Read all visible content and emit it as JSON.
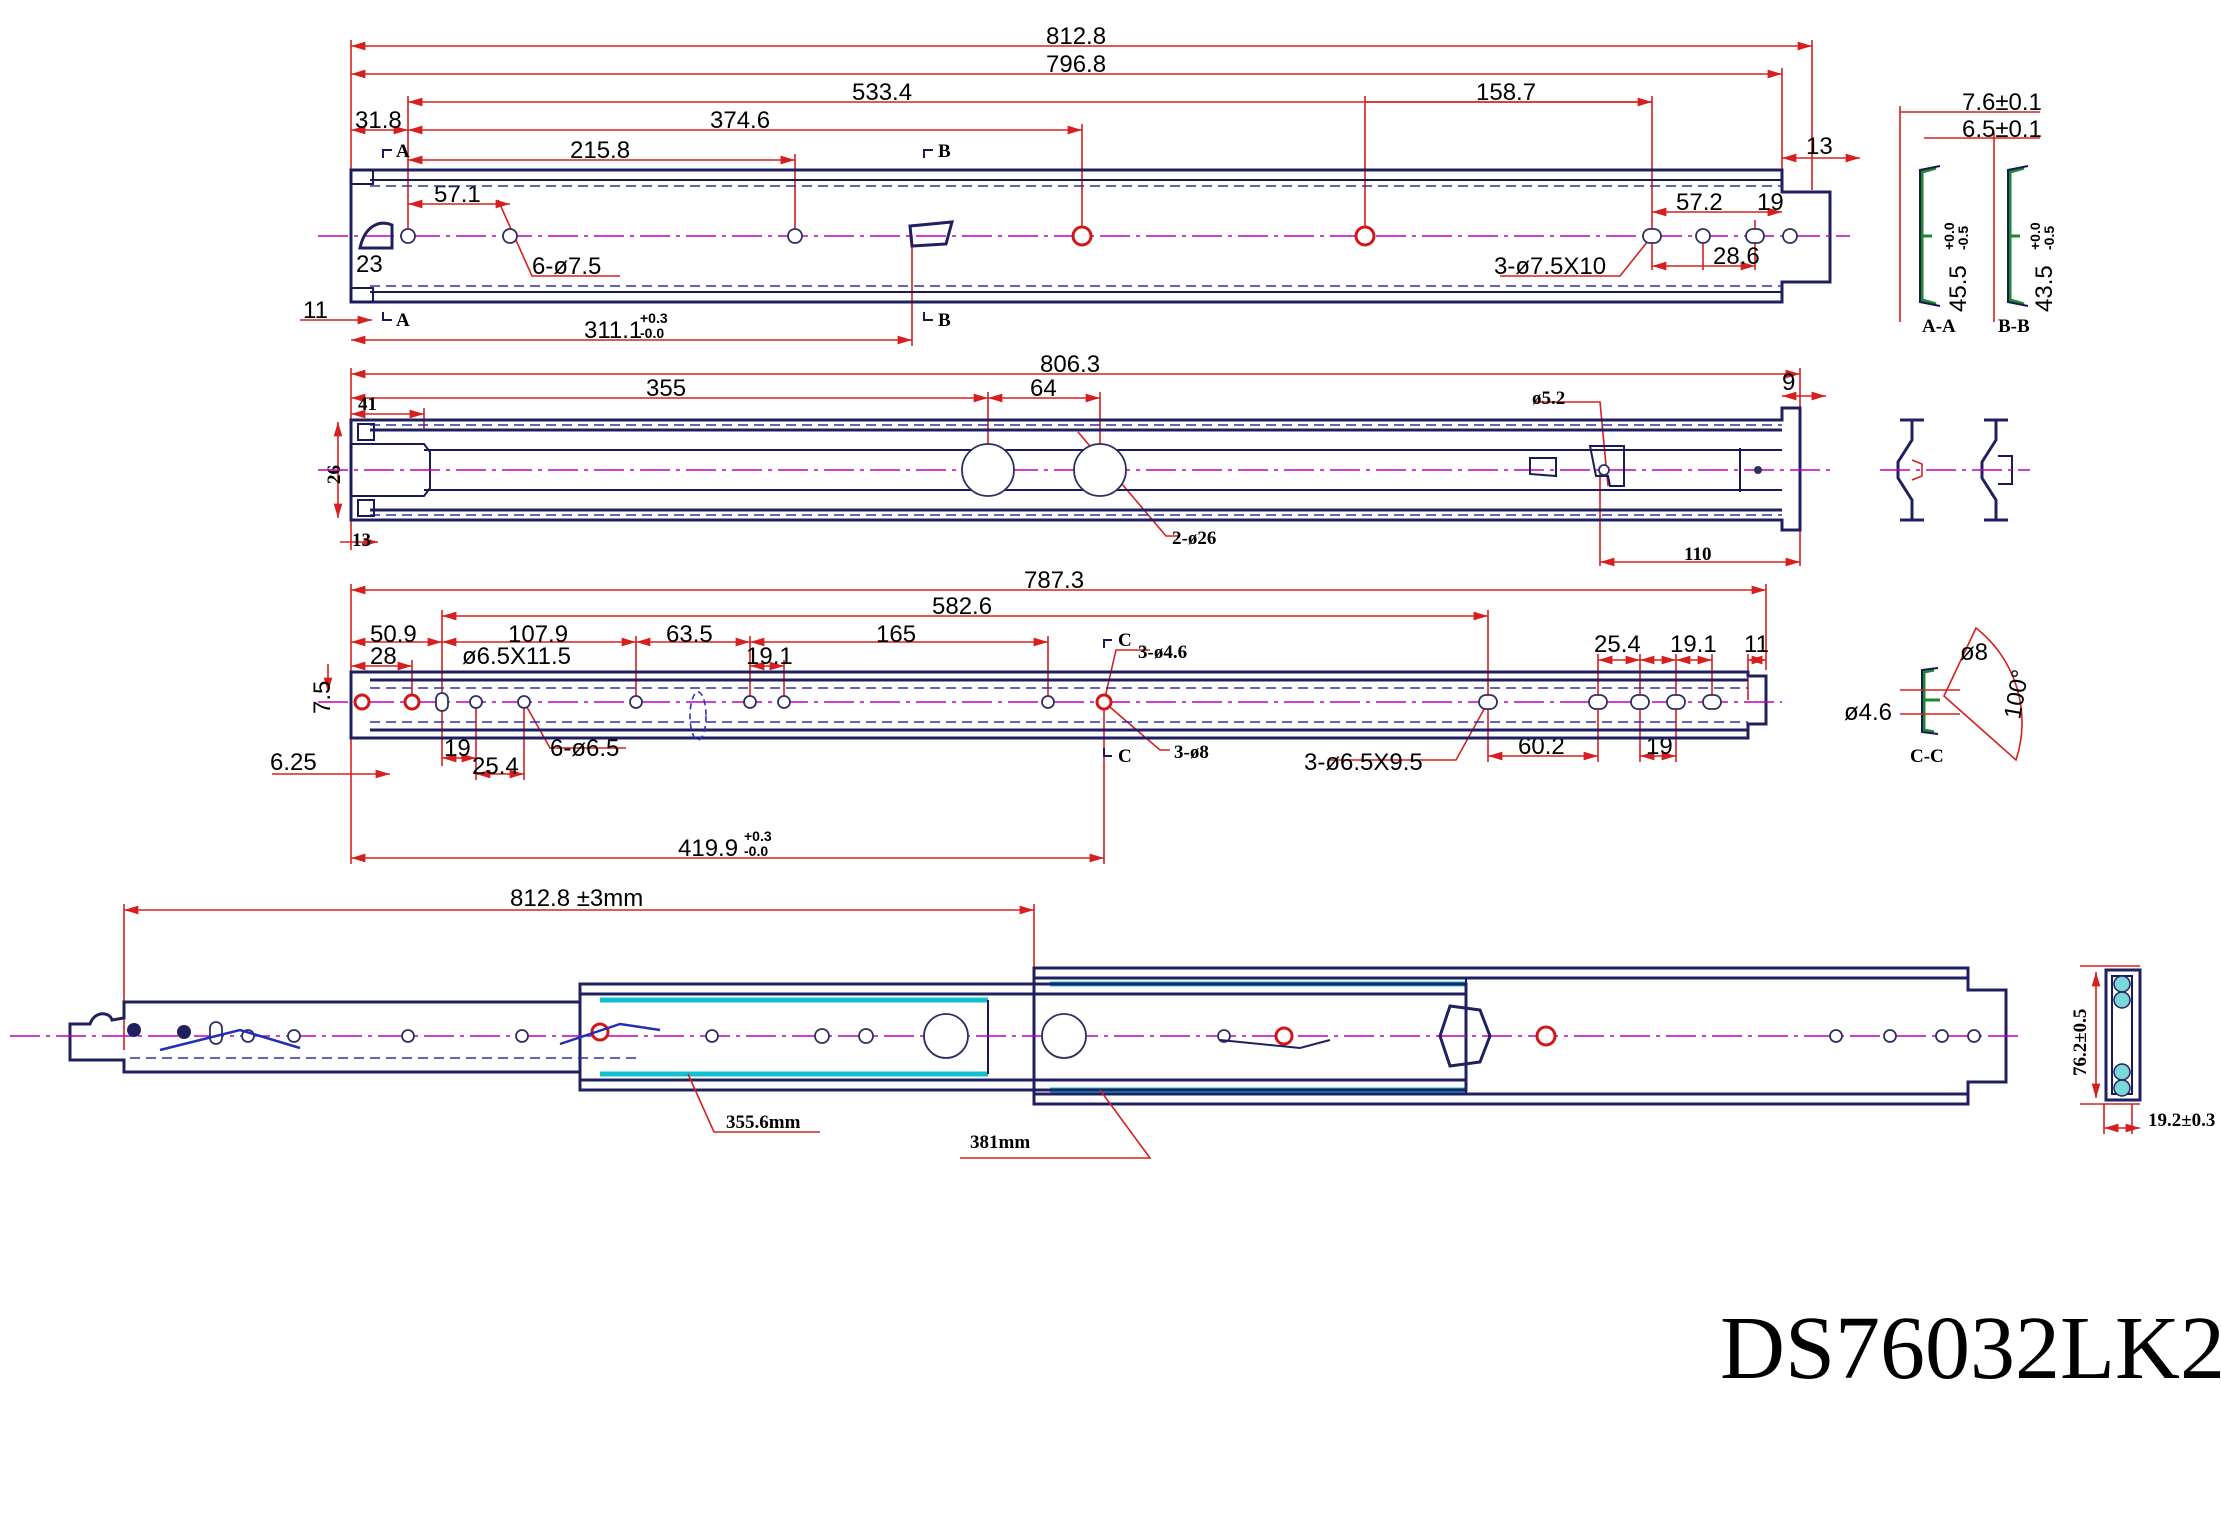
{
  "model": "DS76032LK2",
  "view1": {
    "dims": {
      "overall": "812.8",
      "inner": "796.8",
      "span": "533.4",
      "d374": "374.6",
      "d215": "215.8",
      "d158": "158.7",
      "d31": "31.8",
      "d57": "57.1",
      "d23": "23",
      "d11": "11",
      "d311": "311.1",
      "d311_tol_up": "+0.3",
      "d311_tol_dn": "-0.0",
      "holes": "6-ø7.5",
      "slots": "3-ø7.5X10",
      "d572": "57.2",
      "d19": "19",
      "d286": "28.6",
      "d13": "13"
    },
    "section_marks": {
      "a": "A",
      "b": "B"
    }
  },
  "sections_ab": {
    "w1": "7.6±0.1",
    "w2": "6.5±0.1",
    "h1": "45.5",
    "h2": "43.5",
    "tol_up": "+0.0",
    "tol_dn": "-0.5",
    "label_a": "A-A",
    "label_b": "B-B"
  },
  "view2": {
    "dims": {
      "overall": "806.3",
      "d355": "355",
      "d64": "64",
      "d9": "9",
      "d41": "41",
      "d26": "26",
      "d13": "13",
      "d52": "ø5.2",
      "holes": "2-ø26",
      "d110": "110"
    }
  },
  "view3": {
    "dims": {
      "overall": "787.3",
      "span": "582.6",
      "d509": "50.9",
      "d28": "28",
      "d1079": "107.9",
      "d635": "63.5",
      "d165": "165",
      "d191a": "19.1",
      "slot": "ø6.5X11.5",
      "d75": "7.5",
      "d625": "6.25",
      "d19": "19",
      "d254a": "25.4",
      "holes": "6-ø6.5",
      "h46": "3-ø4.6",
      "h8": "3-ø8",
      "slots": "3-ø6.5X9.5",
      "d602": "60.2",
      "d254b": "25.4",
      "d191b": "19.1",
      "d11": "11",
      "d19b": "19",
      "d4199": "419.9",
      "d4199_up": "+0.3",
      "d4199_dn": "-0.0"
    },
    "section_mark": "C"
  },
  "section_c": {
    "d46": "ø4.6",
    "d8": "ø8",
    "angle": "100°",
    "label": "C-C"
  },
  "assembly": {
    "travel": "812.8 ±3mm",
    "d3556": "355.6mm",
    "d381": "381mm",
    "height": "76.2±0.5",
    "width": "19.2±0.3"
  }
}
